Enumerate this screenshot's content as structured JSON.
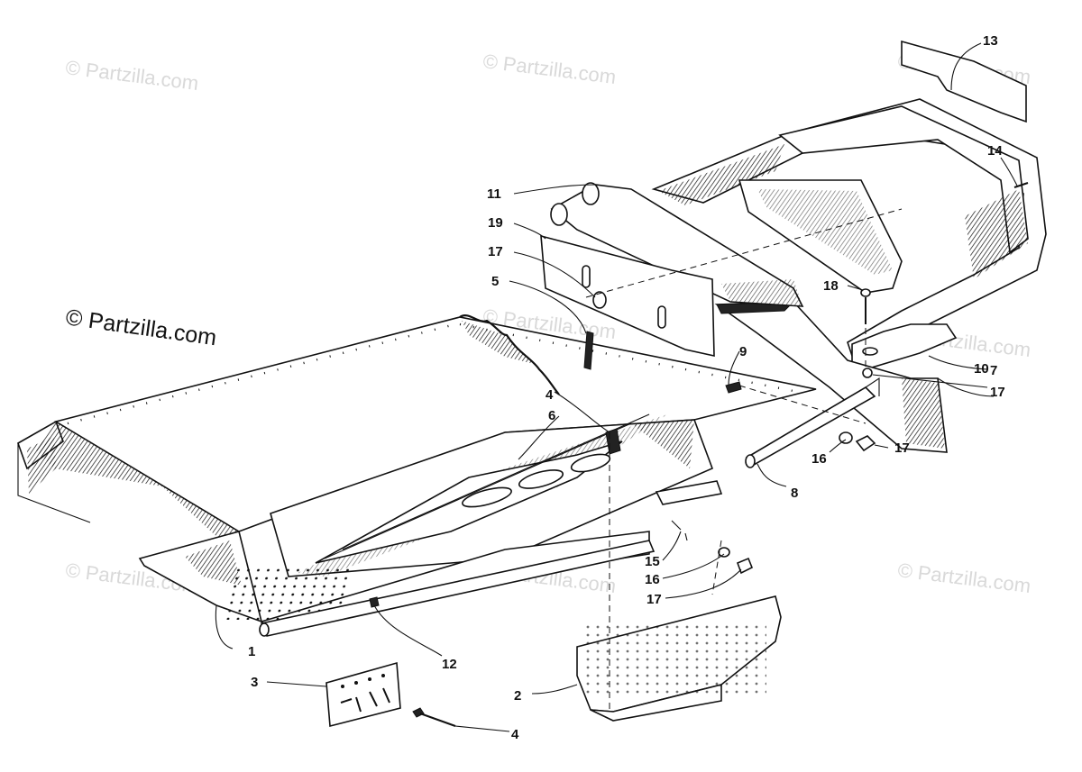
{
  "watermarks": {
    "main": "© Partzilla.com",
    "faint": "© Partzilla.com"
  },
  "callouts": [
    {
      "id": "c1",
      "label": "1"
    },
    {
      "id": "c2",
      "label": "2"
    },
    {
      "id": "c3",
      "label": "3"
    },
    {
      "id": "c4a",
      "label": "4"
    },
    {
      "id": "c4b",
      "label": "4"
    },
    {
      "id": "c5",
      "label": "5"
    },
    {
      "id": "c6",
      "label": "6"
    },
    {
      "id": "c7",
      "label": "7"
    },
    {
      "id": "c8",
      "label": "8"
    },
    {
      "id": "c9",
      "label": "9"
    },
    {
      "id": "c10",
      "label": "10"
    },
    {
      "id": "c11",
      "label": "11"
    },
    {
      "id": "c12",
      "label": "12"
    },
    {
      "id": "c13",
      "label": "13"
    },
    {
      "id": "c14",
      "label": "14"
    },
    {
      "id": "c15",
      "label": "15"
    },
    {
      "id": "c16a",
      "label": "16"
    },
    {
      "id": "c16b",
      "label": "16"
    },
    {
      "id": "c17a",
      "label": "17"
    },
    {
      "id": "c17b",
      "label": "17"
    },
    {
      "id": "c17c",
      "label": "17"
    },
    {
      "id": "c17d",
      "label": "17"
    },
    {
      "id": "c18",
      "label": "18"
    },
    {
      "id": "c19",
      "label": "19"
    }
  ],
  "colors": {
    "line": "#111111",
    "watermark": "#d9d9d9",
    "background": "#ffffff"
  }
}
